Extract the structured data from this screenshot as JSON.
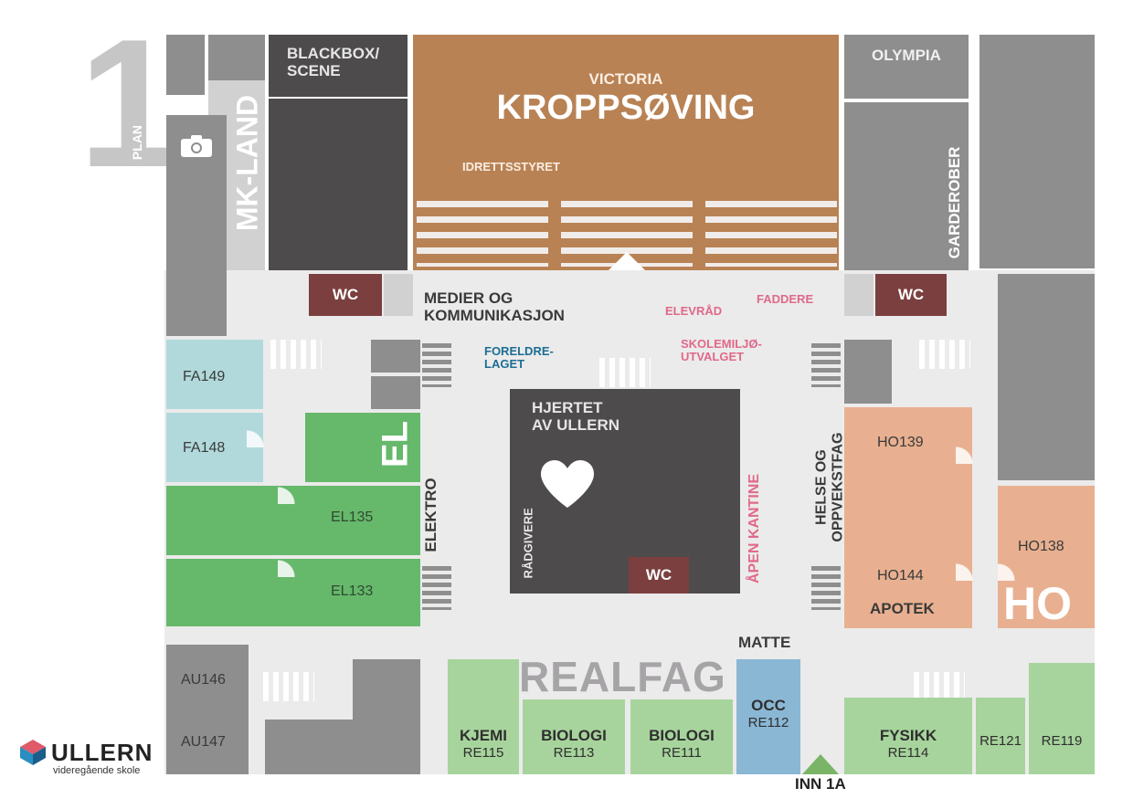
{
  "plan": {
    "number": "1",
    "label": "PLAN"
  },
  "logo": {
    "name": "ULLERN",
    "subtitle": "videregående skole"
  },
  "rooms": {
    "blackbox": "BLACKBOX/\nSCENE",
    "victoria": "VICTORIA",
    "kroppsoving": "KROPPSØVING",
    "idrettsstyret": "IDRETTSSTYRET",
    "olympia": "OLYMPIA",
    "garderober": "GARDEROBER",
    "mk_land": "MK-LAND",
    "wc": "WC",
    "medier": "MEDIER OG\nKOMMUNIKASJON",
    "elevrad": "ELEVRÅD",
    "faddere": "FADDERE",
    "foreldrelaget": "FORELDRE-\nLAGET",
    "skolemiljo": "SKOLEMILJØ-\nUTVALGET",
    "fa149": "FA149",
    "fa148": "FA148",
    "el": "EL",
    "el135": "EL135",
    "el133": "EL133",
    "elektro": "ELEKTRO",
    "hjertet": "HJERTET\nAV ULLERN",
    "radgivere": "RÅDGIVERE",
    "apen_kantine": "ÅPEN KANTINE",
    "helse": "HELSE OG\nOPPVEKSTFAG",
    "ho139": "HO139",
    "ho138": "HO138",
    "ho144": "HO144",
    "apotek": "APOTEK",
    "ho": "HO",
    "matte": "MATTE",
    "realfag": "REALFAG",
    "au146": "AU146",
    "au147": "AU147",
    "kjemi": "KJEMI",
    "re115": "RE115",
    "biologi": "BIOLOGI",
    "re113": "RE113",
    "re111": "RE111",
    "occ": "OCC",
    "re112": "RE112",
    "fysikk": "FYSIKK",
    "re114": "RE114",
    "re121": "RE121",
    "re119": "RE119",
    "inn1a": "INN 1A"
  },
  "icons": {
    "camera": "camera-icon",
    "heart": "heart-icon",
    "entrance": "entrance-arrow-icon"
  },
  "colors": {
    "dark": "#4e4b4d",
    "gym": "#b98254",
    "wc": "#7b3f3f",
    "teal": "#b1d9db",
    "green": "#66b86b",
    "light_green": "#a7d49c",
    "peach": "#e8b090",
    "blue": "#8ab7d4",
    "pink": "#e0698a",
    "navy_blue": "#1b6e95"
  }
}
